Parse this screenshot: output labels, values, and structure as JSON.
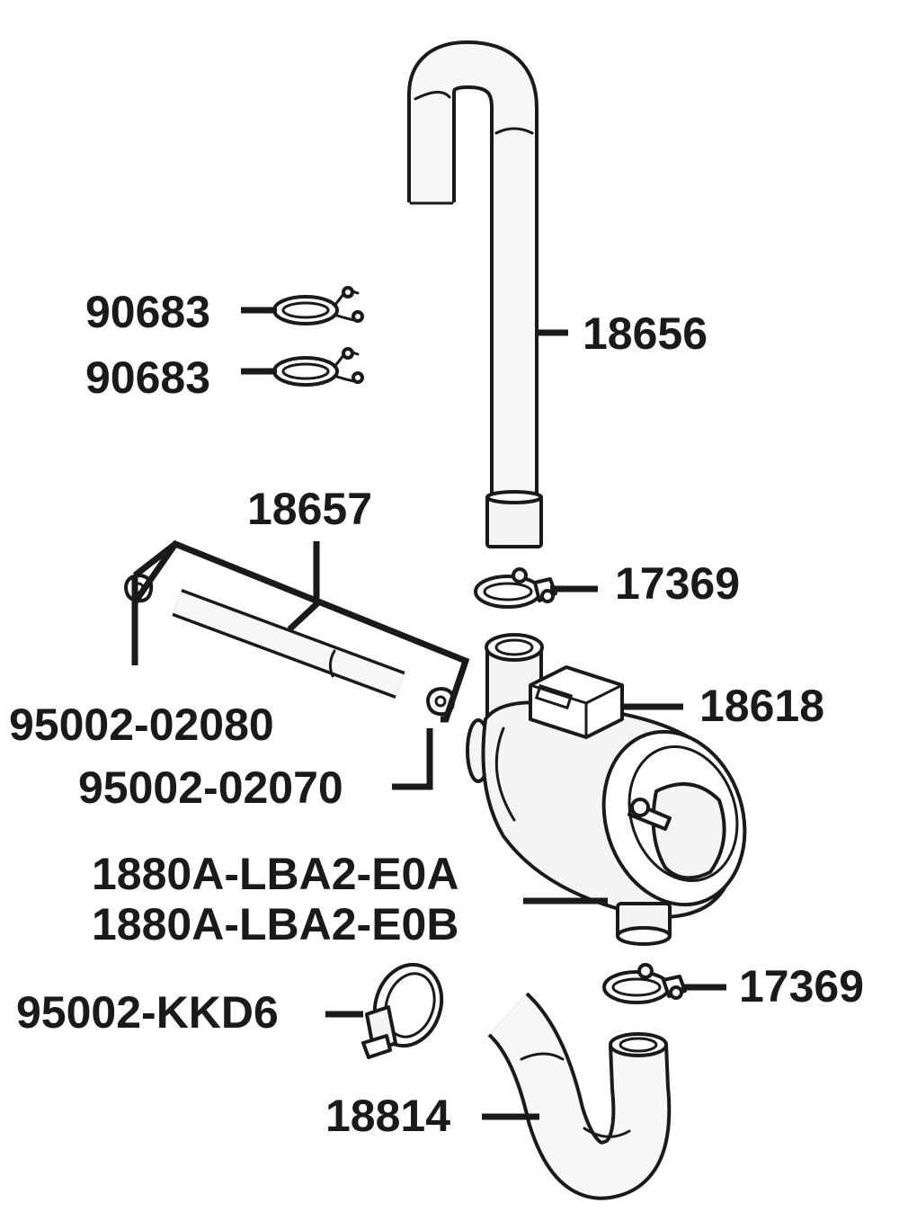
{
  "labels": {
    "clamp_a_top": "90683",
    "clamp_a_bottom": "90683",
    "hose_top": "18656",
    "hose_side": "18657",
    "clamp_upper": "17369",
    "separator": "18618",
    "clip_left": "95002-02080",
    "clip_right": "95002-02070",
    "assembly_a": "1880A-LBA2-E0A",
    "assembly_b": "1880A-LBA2-E0B",
    "clamp_lower": "17369",
    "band_clamp": "95002-KKD6",
    "hose_bottom": "18814"
  }
}
